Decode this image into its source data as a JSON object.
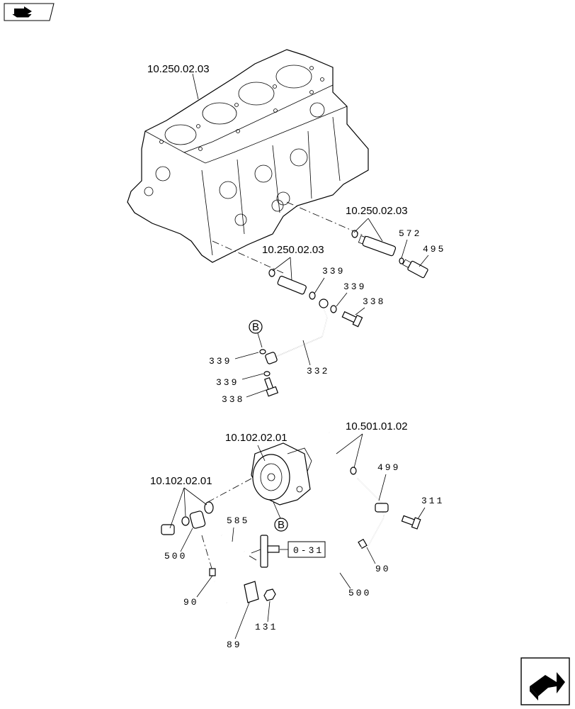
{
  "callouts": {
    "ref_block_top": "10.250.02.03",
    "ref_block_right": "10.250.02.03",
    "ref_block_left": "10.250.02.03",
    "ref_pump_top": "10.102.02.01",
    "ref_pump_left": "10.102.02.01",
    "ref_hose": "10.501.01.02",
    "p572": "572",
    "p495": "495",
    "p339_a": "339",
    "p339_b": "339",
    "p338_a": "338",
    "p339_c": "339",
    "p339_d": "339",
    "p338_b": "338",
    "p332": "332",
    "p499": "499",
    "p311": "311",
    "p585": "585",
    "p500_a": "500",
    "p500_b": "500",
    "p90_a": "90",
    "p90_b": "90",
    "p131": "131",
    "p89": "89",
    "box_031": "0-31",
    "marker_b_top": "B",
    "marker_b_pump": "B"
  },
  "icons": {
    "top_nav": "previous-page-icon",
    "bottom_nav": "next-page-icon"
  }
}
